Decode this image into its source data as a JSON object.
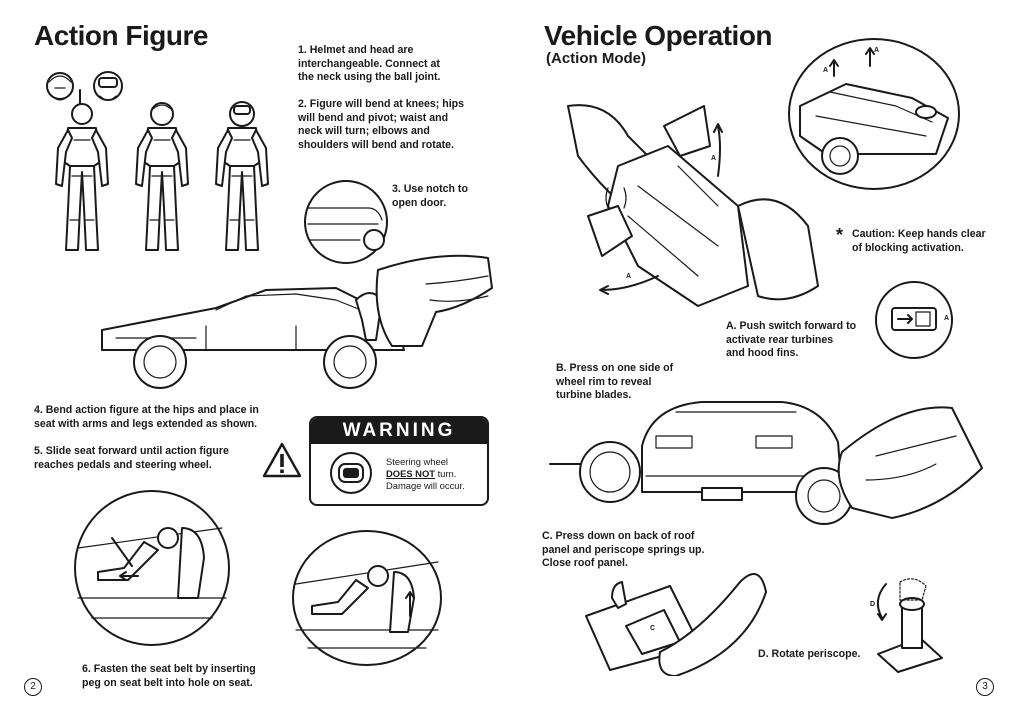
{
  "left_page": {
    "title": "Action Figure",
    "steps": [
      "1.  Helmet and head are\n      interchangeable. Connect at\n      the neck using the ball joint.",
      "2.  Figure will bend at knees; hips\n      will bend and pivot; waist and\n      neck will turn; elbows and\n      shoulders will bend and rotate.",
      "3.  Use notch to\n      open door.",
      "4.  Bend action figure at the hips and place in\n      seat with arms and legs extended as shown.",
      "5.  Slide seat forward until action figure\n      reaches pedals and steering wheel.",
      "6.  Fasten the seat belt by inserting\n      peg on seat belt into hole on seat."
    ],
    "warning": {
      "heading": "WARNING",
      "line1": "Steering wheel",
      "line2": "DOES NOT",
      "line2_suffix": " turn.",
      "line3": "Damage will occur."
    },
    "page_number": "2"
  },
  "right_page": {
    "title": "Vehicle Operation",
    "subtitle": "(Action Mode)",
    "caution": "Caution: Keep hands clear\nof blocking activation.",
    "steps": {
      "a": "A.  Push switch forward to\n      activate rear turbines\n      and hood fins.",
      "b": "B.  Press on one side of\n      wheel rim to reveal\n      turbine blades.",
      "c": "C.  Press down on back of roof\n      panel and periscope springs up.\n      Close roof panel.",
      "d": "D.  Rotate periscope."
    },
    "callouts": {
      "a": "A",
      "c": "C",
      "d": "D"
    },
    "page_number": "3"
  },
  "colors": {
    "ink": "#1a1a1a",
    "paper": "#ffffff"
  },
  "icons": [
    "warning-triangle-icon",
    "asterisk-icon",
    "arrow-icon"
  ]
}
